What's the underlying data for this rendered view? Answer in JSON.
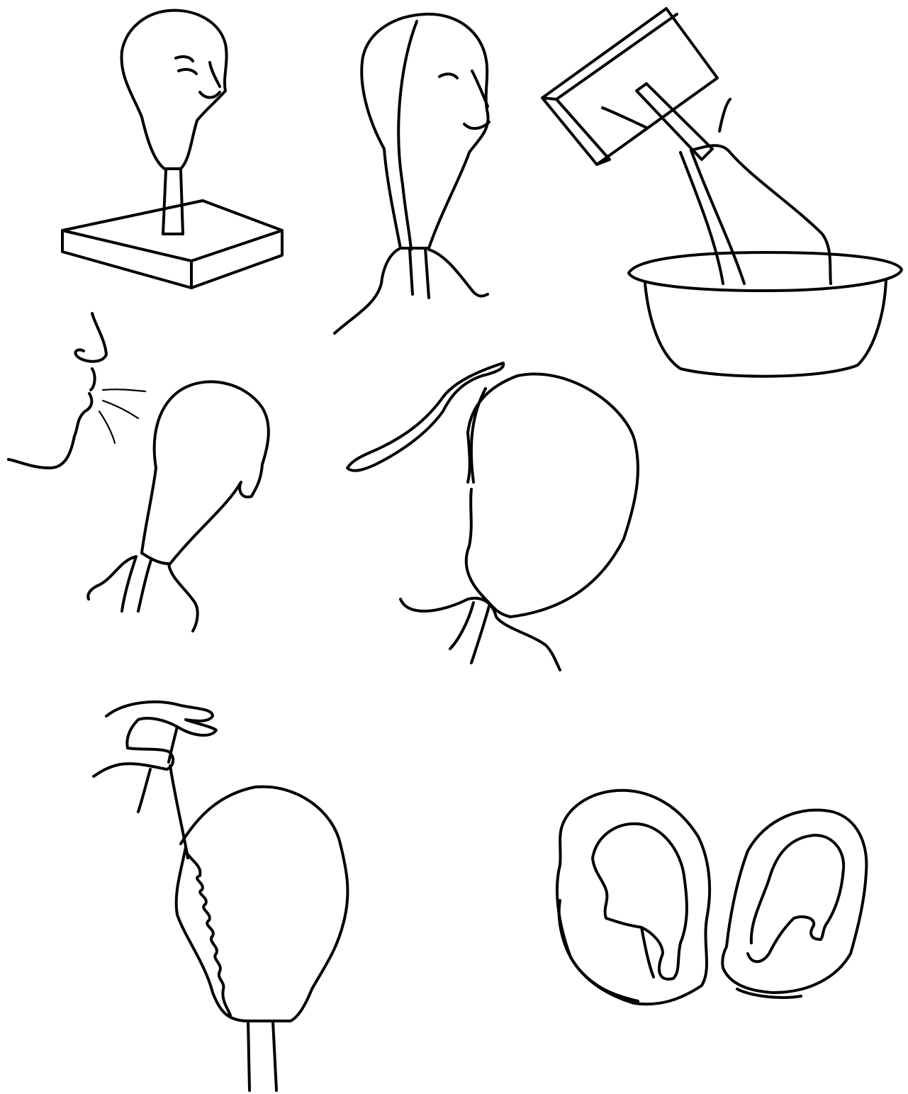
{
  "figure": {
    "ink_color": "#000000",
    "background_color": "#ffffff",
    "panels": [
      {
        "id": "head-on-stand",
        "icon": "sculpted-head-on-base-icon"
      },
      {
        "id": "head-with-seam",
        "icon": "head-divided-by-thread-icon"
      },
      {
        "id": "pouring-plaster",
        "icon": "pouring-box-into-bowl-icon"
      },
      {
        "id": "blowing-on-head",
        "icon": "face-blowing-on-head-icon"
      },
      {
        "id": "spreading-with-spatula",
        "icon": "spatula-over-head-icon"
      },
      {
        "id": "pulling-thread",
        "icon": "hand-pulling-thread-icon"
      },
      {
        "id": "mold-halves",
        "icon": "two-mold-halves-icon"
      }
    ]
  }
}
